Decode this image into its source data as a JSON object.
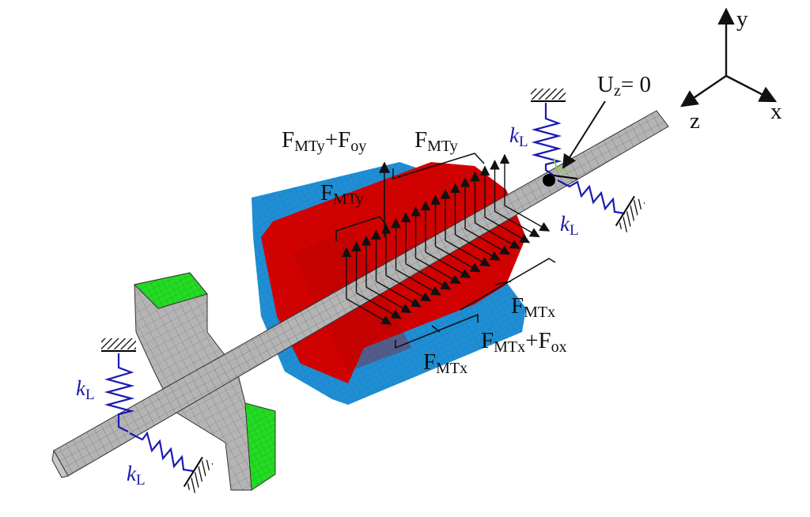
{
  "axes": {
    "y": "y",
    "z": "z",
    "x": "x"
  },
  "constraint": {
    "prefix": "U",
    "sub": "z",
    "suffix": "= 0"
  },
  "forces": {
    "f_mty_foy": {
      "a": "F",
      "a_sub": "MTy",
      "plus": "+F",
      "b_sub": "oy"
    },
    "f_mty_top": {
      "a": "F",
      "a_sub": "MTy"
    },
    "f_mty_left": {
      "a": "F",
      "a_sub": "MTy"
    },
    "f_mtx_right": {
      "a": "F",
      "a_sub": "MTx"
    },
    "f_mtx_fox": {
      "a": "F",
      "a_sub": "MTx",
      "plus": "+F",
      "b_sub": "ox"
    },
    "f_mtx_bottom": {
      "a": "F",
      "a_sub": "MTx"
    }
  },
  "springs": {
    "k": "k",
    "k_sub": "L"
  },
  "colors": {
    "shaft": "#b4b4b4",
    "stator_outer": "#1e8fd6",
    "rotor_core": "#d40000",
    "impeller_face": "#22dd22",
    "spring": "#1a1ab4",
    "mesh_line": "#3a3a3a",
    "arrow": "#111111"
  }
}
